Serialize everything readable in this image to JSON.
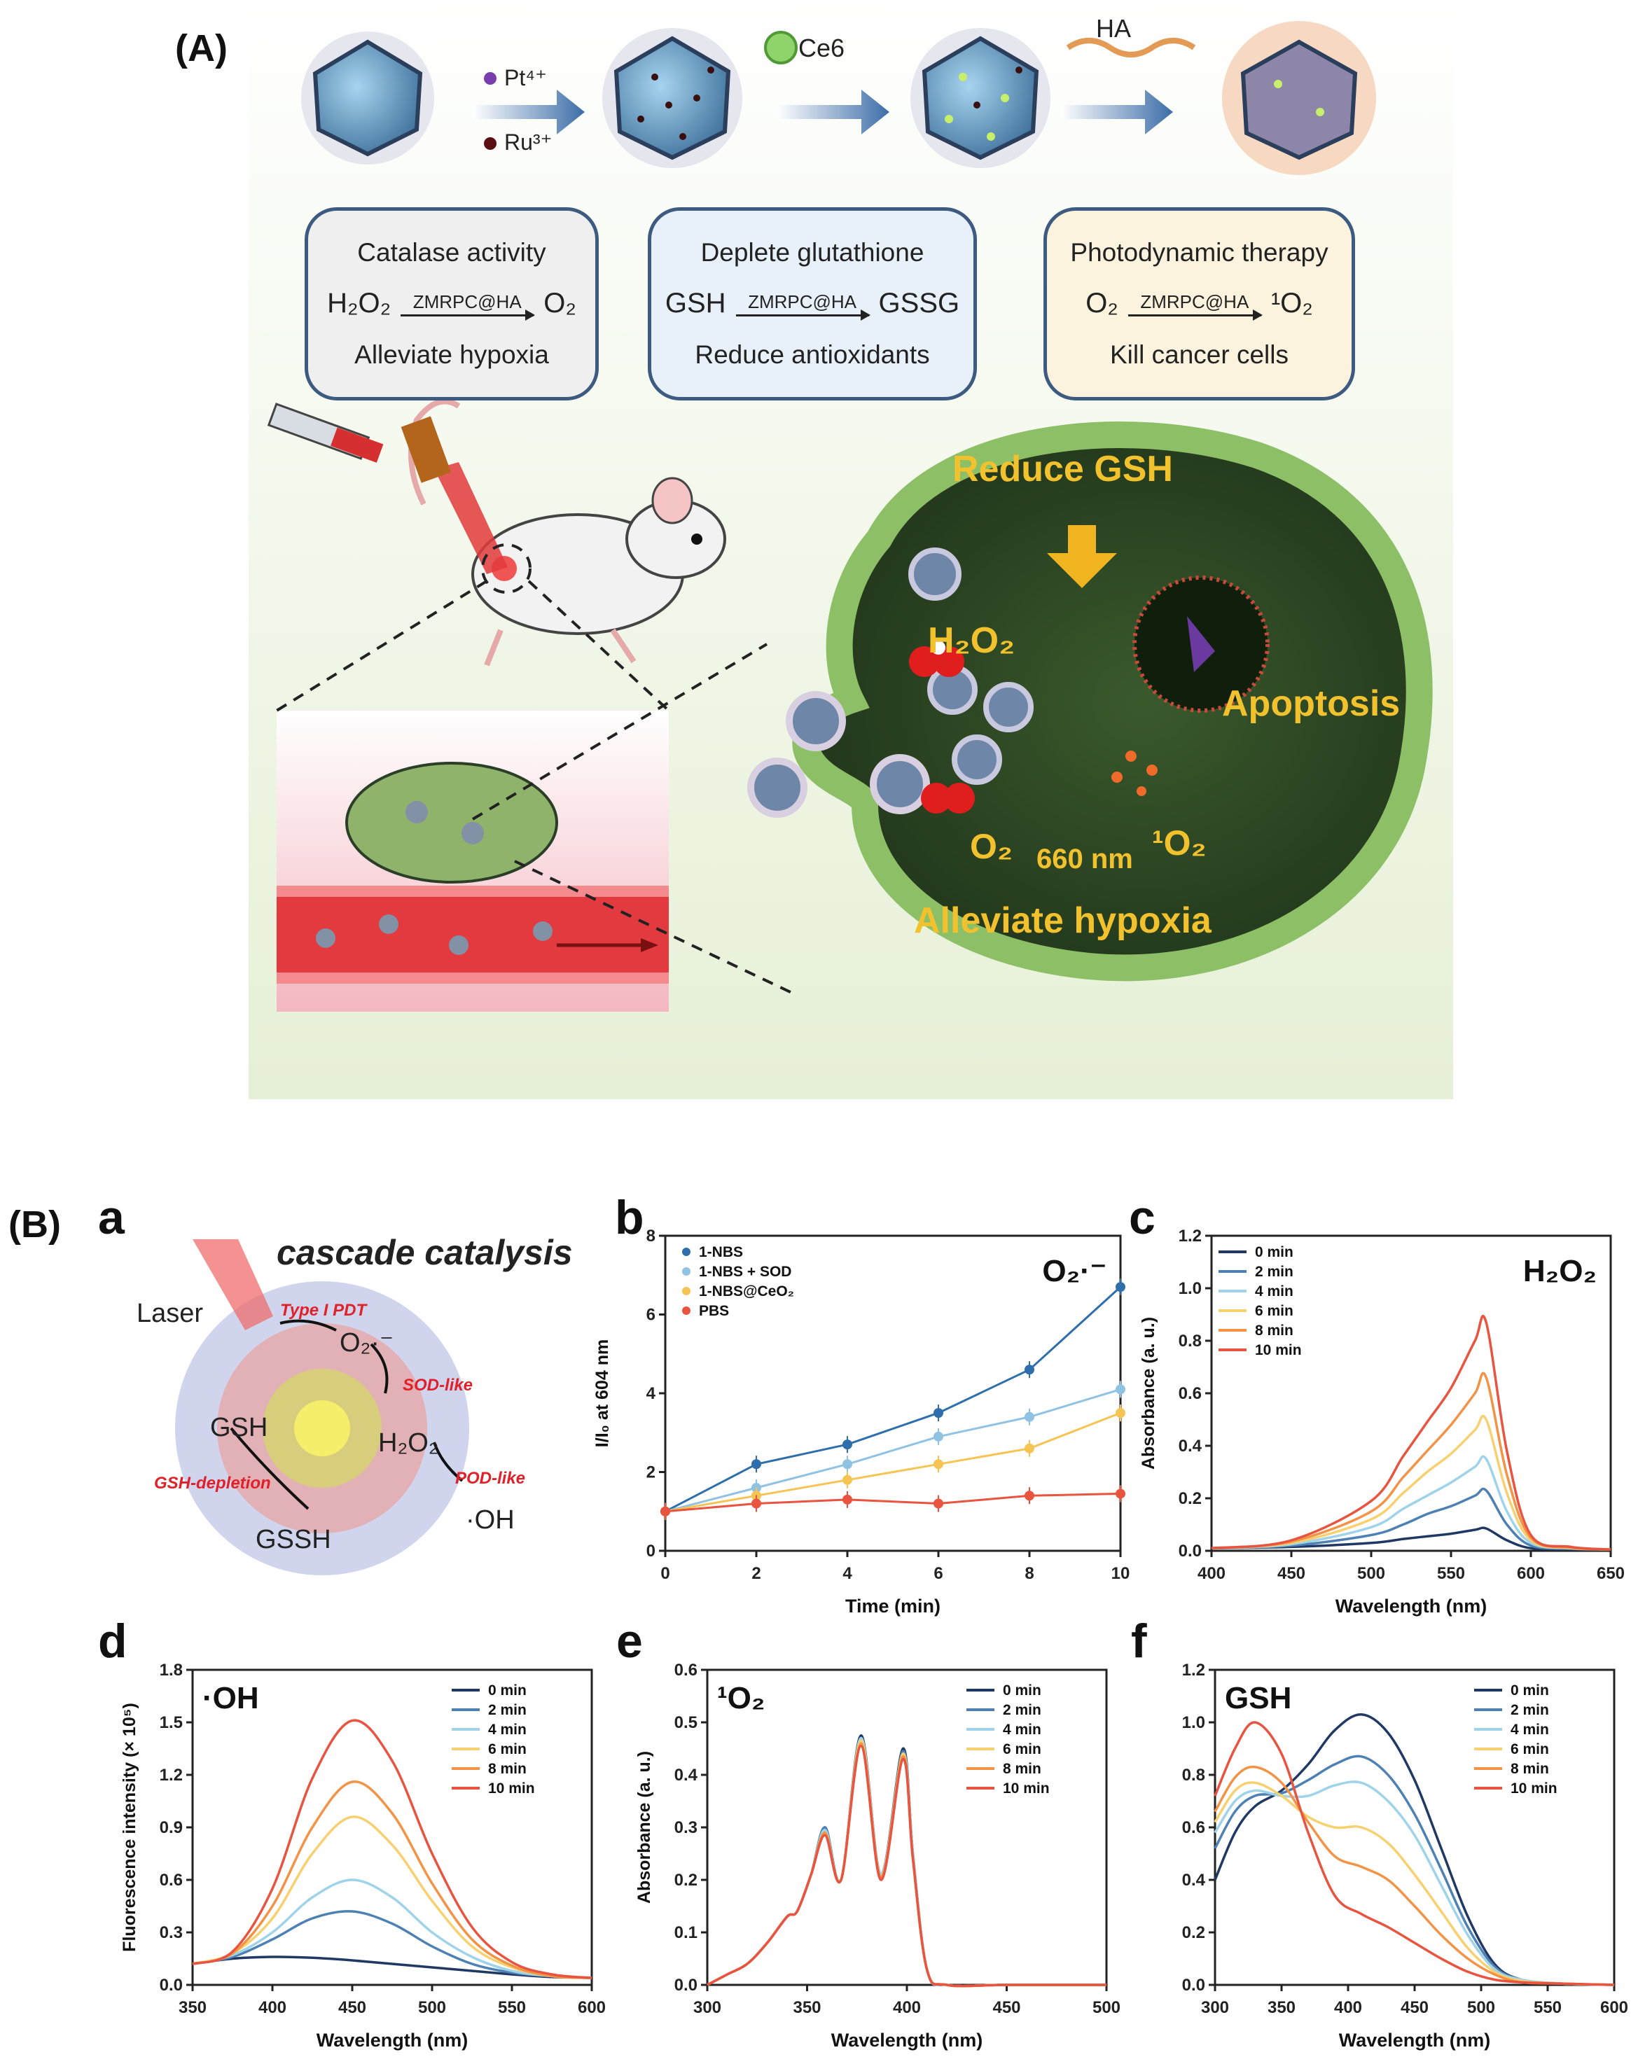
{
  "panel_A": {
    "label": "(A)",
    "steps": {
      "pt_label": "Pt⁴⁺",
      "ru_label": "Ru³⁺",
      "ce6_label": "Ce6",
      "ha_label": "HA"
    },
    "boxes": [
      {
        "title": "Catalase activity",
        "left": "H₂O₂",
        "over": "ZMRPC@HA",
        "right": "O₂",
        "caption": "Alleviate hypoxia"
      },
      {
        "title": "Deplete glutathione",
        "left": "GSH",
        "over": "ZMRPC@HA",
        "right": "GSSG",
        "caption": "Reduce antioxidants"
      },
      {
        "title": "Photodynamic therapy",
        "left": "O₂",
        "over": "ZMRPC@HA",
        "right": "¹O₂",
        "caption": "Kill cancer cells"
      }
    ],
    "cell": {
      "reduce_gsh": "Reduce GSH",
      "h2o2": "H₂O₂",
      "apoptosis": "Apoptosis",
      "o2": "O₂",
      "wavelength": "660 nm",
      "singlet_o2": "¹O₂",
      "alleviate": "Alleviate hypoxia"
    }
  },
  "panel_B": {
    "label": "(B)",
    "a": {
      "letter": "a",
      "title": "cascade catalysis",
      "laser": "Laser",
      "type1": "Type I PDT",
      "superoxide": "O₂·⁻",
      "sod": "SOD-like",
      "gsh": "GSH",
      "h2o2": "H₂O₂",
      "pod": "POD-like",
      "gsh_depletion": "GSH-depletion",
      "gssh": "GSSH",
      "oh": "·OH"
    }
  },
  "chart_data": [
    {
      "id": "b",
      "letter": "b",
      "type": "scatter",
      "annotation": "O₂·⁻",
      "xlabel": "Time (min)",
      "ylabel": "I/I₀ at 604 nm",
      "xlim": [
        0,
        10
      ],
      "ylim": [
        0,
        8
      ],
      "xticks": [
        0,
        2,
        4,
        6,
        8,
        10
      ],
      "yticks": [
        0,
        2,
        4,
        6,
        8
      ],
      "x": [
        0,
        2,
        4,
        6,
        8,
        10
      ],
      "series": [
        {
          "name": "1-NBS",
          "color": "#2e6fab",
          "values": [
            1.0,
            2.2,
            2.7,
            3.5,
            4.6,
            6.7
          ]
        },
        {
          "name": "1-NBS + SOD",
          "color": "#8fc2e3",
          "values": [
            1.0,
            1.6,
            2.2,
            2.9,
            3.4,
            4.1
          ]
        },
        {
          "name": "1-NBS@CeO₂",
          "color": "#f6c453",
          "values": [
            1.0,
            1.4,
            1.8,
            2.2,
            2.6,
            3.5
          ]
        },
        {
          "name": "PBS",
          "color": "#e8543f",
          "values": [
            1.0,
            1.2,
            1.3,
            1.2,
            1.4,
            1.45
          ]
        }
      ]
    },
    {
      "id": "c",
      "letter": "c",
      "type": "line",
      "annotation": "H₂O₂",
      "xlabel": "Wavelength (nm)",
      "ylabel": "Absorbance (a. u.)",
      "xlim": [
        400,
        650
      ],
      "ylim": [
        0,
        1.2
      ],
      "xticks": [
        400,
        450,
        500,
        550,
        600,
        650
      ],
      "yticks": [
        0.0,
        0.2,
        0.4,
        0.6,
        0.8,
        1.0,
        1.2
      ],
      "x": [
        400,
        450,
        500,
        520,
        535,
        550,
        565,
        572,
        585,
        600,
        625,
        650
      ],
      "series": [
        {
          "name": "0 min",
          "color": "#1f3864",
          "values": [
            0.01,
            0.015,
            0.03,
            0.045,
            0.055,
            0.065,
            0.08,
            0.085,
            0.04,
            0.01,
            0.005,
            0.005
          ]
        },
        {
          "name": "2 min",
          "color": "#4d80b3",
          "values": [
            0.01,
            0.02,
            0.06,
            0.1,
            0.14,
            0.17,
            0.21,
            0.23,
            0.1,
            0.02,
            0.008,
            0.005
          ]
        },
        {
          "name": "4 min",
          "color": "#9fd3ea",
          "values": [
            0.01,
            0.025,
            0.09,
            0.16,
            0.21,
            0.26,
            0.32,
            0.35,
            0.15,
            0.03,
            0.01,
            0.005
          ]
        },
        {
          "name": "6 min",
          "color": "#f7d070",
          "values": [
            0.01,
            0.03,
            0.12,
            0.22,
            0.3,
            0.37,
            0.46,
            0.5,
            0.22,
            0.04,
            0.01,
            0.005
          ]
        },
        {
          "name": "8 min",
          "color": "#f29346",
          "values": [
            0.01,
            0.035,
            0.15,
            0.28,
            0.38,
            0.48,
            0.6,
            0.66,
            0.29,
            0.05,
            0.012,
            0.005
          ]
        },
        {
          "name": "10 min",
          "color": "#e8543f",
          "values": [
            0.01,
            0.04,
            0.19,
            0.36,
            0.49,
            0.62,
            0.8,
            0.87,
            0.38,
            0.06,
            0.015,
            0.005
          ]
        }
      ]
    },
    {
      "id": "d",
      "letter": "d",
      "type": "line",
      "annotation": "·OH",
      "xlabel": "Wavelength (nm)",
      "ylabel": "Fluorescence intensity (× 10⁵)",
      "xlim": [
        350,
        600
      ],
      "ylim": [
        0,
        1.8
      ],
      "xticks": [
        350,
        400,
        450,
        500,
        550,
        600
      ],
      "yticks": [
        0.0,
        0.3,
        0.6,
        0.9,
        1.2,
        1.5,
        1.8
      ],
      "x": [
        350,
        375,
        400,
        425,
        450,
        475,
        500,
        525,
        550,
        575,
        600
      ],
      "series": [
        {
          "name": "0 min",
          "color": "#1f3864",
          "values": [
            0.12,
            0.15,
            0.16,
            0.155,
            0.14,
            0.12,
            0.1,
            0.08,
            0.06,
            0.045,
            0.04
          ]
        },
        {
          "name": "2 min",
          "color": "#4d80b3",
          "values": [
            0.12,
            0.16,
            0.26,
            0.38,
            0.42,
            0.35,
            0.22,
            0.12,
            0.07,
            0.05,
            0.04
          ]
        },
        {
          "name": "4 min",
          "color": "#9fd3ea",
          "values": [
            0.12,
            0.17,
            0.3,
            0.5,
            0.6,
            0.5,
            0.3,
            0.16,
            0.08,
            0.05,
            0.04
          ]
        },
        {
          "name": "6 min",
          "color": "#f7d070",
          "values": [
            0.12,
            0.18,
            0.38,
            0.75,
            0.96,
            0.8,
            0.48,
            0.22,
            0.1,
            0.05,
            0.04
          ]
        },
        {
          "name": "8 min",
          "color": "#f29346",
          "values": [
            0.12,
            0.18,
            0.45,
            0.9,
            1.16,
            0.98,
            0.58,
            0.26,
            0.11,
            0.05,
            0.04
          ]
        },
        {
          "name": "10 min",
          "color": "#e8543f",
          "values": [
            0.12,
            0.19,
            0.55,
            1.18,
            1.51,
            1.28,
            0.75,
            0.33,
            0.13,
            0.06,
            0.04
          ]
        }
      ]
    },
    {
      "id": "e",
      "letter": "e",
      "type": "line",
      "annotation": "¹O₂",
      "xlabel": "Wavelength (nm)",
      "ylabel": "Absorbance (a. u.)",
      "xlim": [
        300,
        500
      ],
      "ylim": [
        0,
        0.6
      ],
      "xticks": [
        300,
        350,
        400,
        450,
        500
      ],
      "yticks": [
        0.0,
        0.1,
        0.2,
        0.3,
        0.4,
        0.5,
        0.6
      ],
      "x": [
        300,
        310,
        320,
        330,
        340,
        345,
        352,
        359,
        367,
        377,
        387,
        398,
        403,
        410,
        420,
        450,
        500
      ],
      "series": [
        {
          "name": "0 min",
          "color": "#1f3864",
          "values": [
            0.0,
            0.02,
            0.04,
            0.08,
            0.13,
            0.14,
            0.21,
            0.3,
            0.2,
            0.475,
            0.21,
            0.45,
            0.25,
            0.03,
            0.0,
            0.0,
            0.0
          ]
        },
        {
          "name": "2 min",
          "color": "#4d80b3",
          "values": [
            0.0,
            0.02,
            0.04,
            0.08,
            0.13,
            0.14,
            0.21,
            0.3,
            0.2,
            0.47,
            0.21,
            0.445,
            0.25,
            0.03,
            0.0,
            0.0,
            0.0
          ]
        },
        {
          "name": "4 min",
          "color": "#9fd3ea",
          "values": [
            0.0,
            0.02,
            0.04,
            0.08,
            0.13,
            0.14,
            0.21,
            0.295,
            0.2,
            0.47,
            0.21,
            0.44,
            0.25,
            0.03,
            0.0,
            0.0,
            0.0
          ]
        },
        {
          "name": "6 min",
          "color": "#f7d070",
          "values": [
            0.0,
            0.02,
            0.04,
            0.08,
            0.13,
            0.14,
            0.21,
            0.29,
            0.2,
            0.465,
            0.205,
            0.44,
            0.24,
            0.03,
            0.0,
            0.0,
            0.0
          ]
        },
        {
          "name": "8 min",
          "color": "#f29346",
          "values": [
            0.0,
            0.02,
            0.04,
            0.08,
            0.13,
            0.14,
            0.21,
            0.29,
            0.2,
            0.46,
            0.205,
            0.435,
            0.24,
            0.03,
            0.0,
            0.0,
            0.0
          ]
        },
        {
          "name": "10 min",
          "color": "#e8543f",
          "values": [
            0.0,
            0.02,
            0.04,
            0.08,
            0.13,
            0.14,
            0.21,
            0.285,
            0.2,
            0.455,
            0.2,
            0.43,
            0.24,
            0.03,
            0.0,
            0.0,
            0.0
          ]
        }
      ]
    },
    {
      "id": "f",
      "letter": "f",
      "type": "line",
      "annotation": "GSH",
      "xlabel": "Wavelength (nm)",
      "ylabel": "",
      "xlim": [
        300,
        600
      ],
      "ylim": [
        0,
        1.2
      ],
      "xticks": [
        300,
        350,
        400,
        450,
        500,
        550,
        600
      ],
      "yticks": [
        0.0,
        0.2,
        0.4,
        0.6,
        0.8,
        1.0,
        1.2
      ],
      "x": [
        300,
        315,
        330,
        350,
        370,
        390,
        410,
        430,
        450,
        470,
        490,
        510,
        530,
        560,
        600
      ],
      "series": [
        {
          "name": "0 min",
          "color": "#1f3864",
          "values": [
            0.4,
            0.58,
            0.68,
            0.74,
            0.84,
            0.97,
            1.03,
            0.96,
            0.78,
            0.52,
            0.26,
            0.08,
            0.02,
            0.005,
            0.0
          ]
        },
        {
          "name": "2 min",
          "color": "#4d80b3",
          "values": [
            0.52,
            0.66,
            0.72,
            0.73,
            0.78,
            0.84,
            0.87,
            0.8,
            0.65,
            0.44,
            0.22,
            0.07,
            0.02,
            0.005,
            0.0
          ]
        },
        {
          "name": "4 min",
          "color": "#9fd3ea",
          "values": [
            0.58,
            0.7,
            0.74,
            0.72,
            0.72,
            0.76,
            0.77,
            0.7,
            0.57,
            0.38,
            0.19,
            0.06,
            0.02,
            0.005,
            0.0
          ]
        },
        {
          "name": "6 min",
          "color": "#f7d070",
          "values": [
            0.62,
            0.74,
            0.77,
            0.72,
            0.64,
            0.6,
            0.6,
            0.54,
            0.42,
            0.28,
            0.14,
            0.05,
            0.015,
            0.005,
            0.0
          ]
        },
        {
          "name": "8 min",
          "color": "#f29346",
          "values": [
            0.66,
            0.79,
            0.83,
            0.77,
            0.62,
            0.49,
            0.45,
            0.4,
            0.3,
            0.19,
            0.1,
            0.04,
            0.01,
            0.005,
            0.0
          ]
        },
        {
          "name": "10 min",
          "color": "#e8543f",
          "values": [
            0.72,
            0.9,
            1.0,
            0.88,
            0.58,
            0.34,
            0.27,
            0.22,
            0.16,
            0.1,
            0.05,
            0.02,
            0.01,
            0.005,
            0.0
          ]
        }
      ]
    }
  ]
}
